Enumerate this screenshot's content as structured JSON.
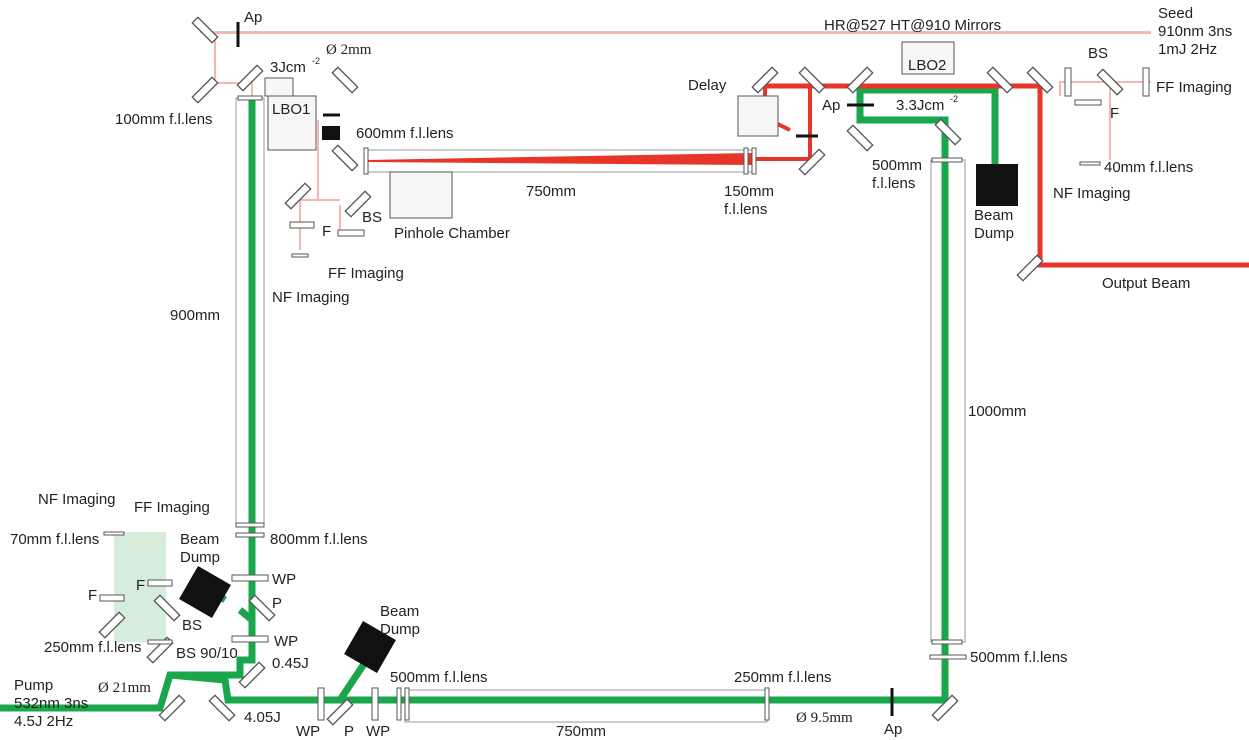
{
  "labels": {
    "ap_top": "Ap",
    "seed_1": "Seed",
    "seed_2": "910nm 3ns",
    "seed_3": "1mJ 2Hz",
    "hr_mirrors": "HR@527 HT@910 Mirrors",
    "fluence_1": "3Jcm",
    "fluence_1_sup": "-2",
    "dia_2mm": "Ø 2mm",
    "lbo1": "LBO1",
    "lens_100": "100mm f.l.lens",
    "lens_600": "600mm f.l.lens",
    "delay": "Delay",
    "lbo2": "LBO2",
    "ap_mid": "Ap",
    "fluence_2": "3.3Jcm",
    "fluence_2_sup": "-2",
    "bs_right": "BS",
    "ff_imaging_right": "FF Imaging",
    "f_right": "F",
    "lens_40": "40mm f.l.lens",
    "nf_imaging_right": "NF Imaging",
    "dist_750_top": "750mm",
    "lens_150_1": "150mm",
    "lens_150_2": "f.l.lens",
    "lens_500_top_1": "500mm",
    "lens_500_top_2": "f.l.lens",
    "beam_dump_right_1": "Beam",
    "beam_dump_right_2": "Dump",
    "output_beam": "Output Beam",
    "bs_left": "BS",
    "f_left": "F",
    "pinhole_chamber": "Pinhole Chamber",
    "ff_imaging_left": "FF Imaging",
    "nf_imaging_left": "NF Imaging",
    "dist_900": "900mm",
    "dist_1000": "1000mm",
    "nf_imaging_bottom": "NF Imaging",
    "ff_imaging_bottom": "FF Imaging",
    "lens_70": "70mm f.l.lens",
    "beam_dump_left_1": "Beam",
    "beam_dump_left_2": "Dump",
    "lens_800": "800mm f.l.lens",
    "wp_1": "WP",
    "f_bl_1": "F",
    "f_bl_2": "F",
    "p_1": "P",
    "bs_bottom": "BS",
    "wp_2": "WP",
    "lens_250_left": "250mm f.l.lens",
    "bs_9010": "BS 90/10",
    "energy_045": "0.45J",
    "beam_dump_mid_1": "Beam",
    "beam_dump_mid_2": "Dump",
    "lens_500_right": "500mm f.l.lens",
    "pump_1": "Pump",
    "pump_2": "532nm 3ns",
    "pump_3": "4.5J 2Hz",
    "dia_21mm": "Ø 21mm",
    "lens_500_bottom": "500mm f.l.lens",
    "lens_250_bottom": "250mm f.l.lens",
    "energy_405": "4.05J",
    "dia_95mm": "Ø 9.5mm",
    "ap_bottom": "Ap",
    "wp_3": "WP",
    "p_2": "P",
    "wp_4": "WP",
    "dist_750_bottom": "750mm"
  },
  "colors": {
    "pump_beam": "#1aa64b",
    "output_beam": "#e8352a",
    "seed_beam": "#f5b5b0",
    "imaging_green": "#cde8d2",
    "component": "#555555",
    "beam_dump": "#111111",
    "text": "#222222"
  },
  "icons": {
    "mirror": "mirror-icon",
    "lens": "lens-icon",
    "beam_dump": "beam-dump-icon",
    "aperture": "aperture-icon",
    "crystal": "crystal-icon"
  }
}
